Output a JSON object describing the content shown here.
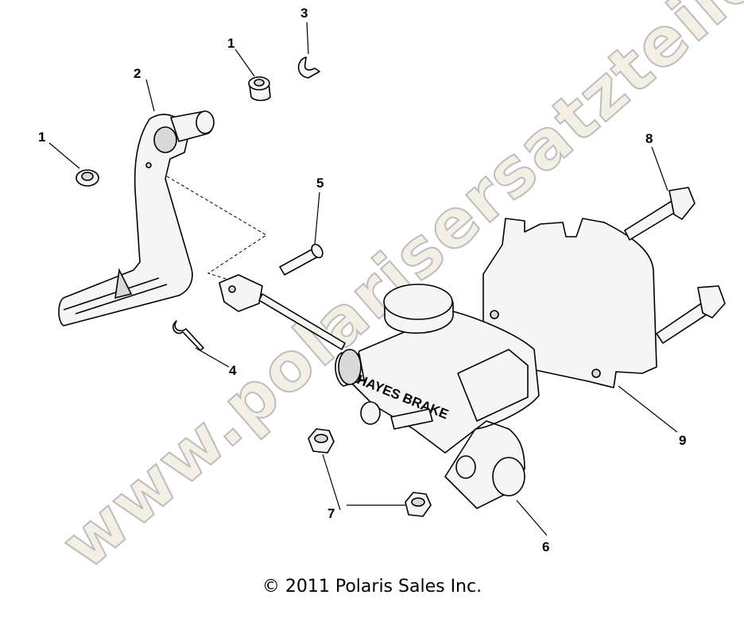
{
  "watermark": "www.polarisersatzteile.de",
  "copyright": "© 2011 Polaris Sales Inc.",
  "callouts": [
    {
      "id": "1a",
      "label": "1"
    },
    {
      "id": "1b",
      "label": "1"
    },
    {
      "id": "2",
      "label": "2"
    },
    {
      "id": "3",
      "label": "3"
    },
    {
      "id": "4",
      "label": "4"
    },
    {
      "id": "5",
      "label": "5"
    },
    {
      "id": "6",
      "label": "6"
    },
    {
      "id": "7",
      "label": "7"
    },
    {
      "id": "8",
      "label": "8"
    },
    {
      "id": "9",
      "label": "9"
    }
  ],
  "cylinder_brand_text": "HAYES BRAKE",
  "colors": {
    "line": "#000000",
    "part_fill": "#f5f5f5",
    "watermark_fill": "#f3efe4"
  }
}
